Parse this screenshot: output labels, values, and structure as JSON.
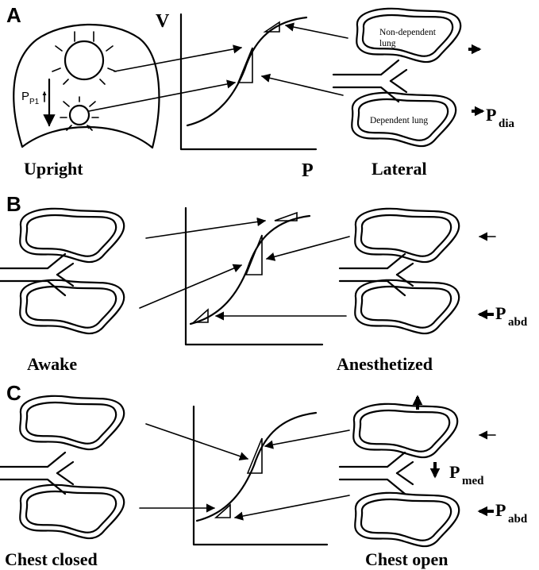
{
  "panels": {
    "a": {
      "letter": "A",
      "left_caption": "Upright",
      "right_caption": "Lateral",
      "y_axis_label": "V",
      "x_axis_label": "P",
      "non_dependent_label_1": "Non-dependent",
      "non_dependent_label_2": "lung",
      "dependent_label": "Dependent lung",
      "ppl_main": "P",
      "ppl_sub": "P1",
      "pdia_main": "P",
      "pdia_sub": "dia"
    },
    "b": {
      "letter": "B",
      "left_caption": "Awake",
      "right_caption": "Anesthetized",
      "pabd_main": "P",
      "pabd_sub": "abd"
    },
    "c": {
      "letter": "C",
      "left_caption": "Chest closed",
      "right_caption": "Chest open",
      "pmed_main": "P",
      "pmed_sub": "med",
      "pabd_main": "P",
      "pabd_sub": "abd"
    }
  }
}
